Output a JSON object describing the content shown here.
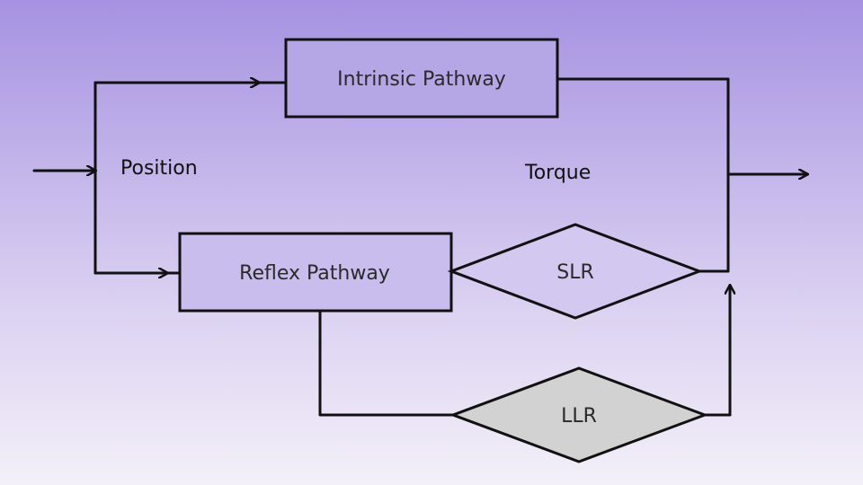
{
  "nodes": {
    "intrinsic": {
      "label": "Intrinsic Pathway"
    },
    "reflex": {
      "label": "Reflex Pathway"
    },
    "slr": {
      "label": "SLR"
    },
    "llr": {
      "label": "LLR"
    }
  },
  "labels": {
    "input": "Position",
    "output": "Torque"
  },
  "colors": {
    "llr_fill": "#d2d2d2",
    "slr_fill": "#d3c9f0",
    "line": "#111111"
  }
}
